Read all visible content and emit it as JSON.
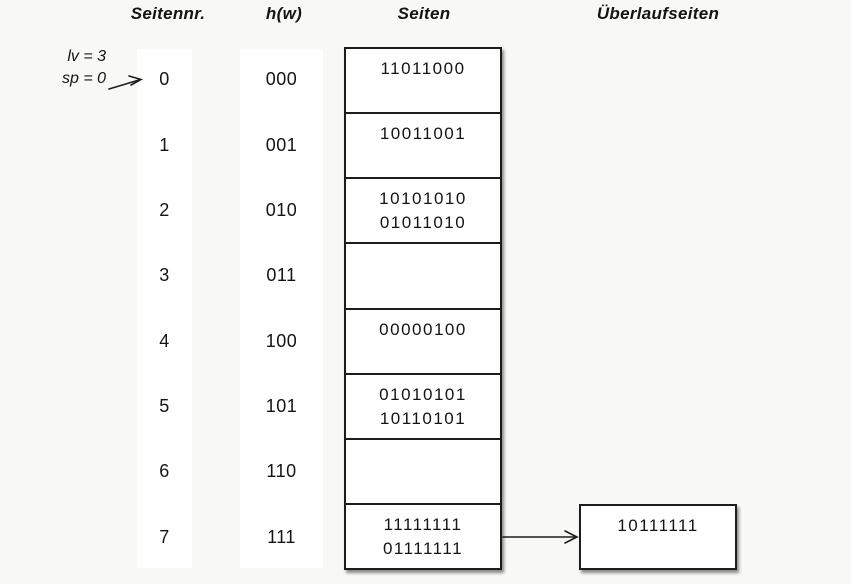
{
  "headers": {
    "seitennr": "Seitennr.",
    "hw": "h(w)",
    "seiten": "Seiten",
    "ueberlaufseiten": "Überlaufseiten"
  },
  "annotation": {
    "line1": "lv = 3",
    "line2": "sp = 0"
  },
  "table": {
    "rows": [
      {
        "page": "0",
        "hash": "000",
        "entries": [
          "11011000"
        ]
      },
      {
        "page": "1",
        "hash": "001",
        "entries": [
          "10011001"
        ]
      },
      {
        "page": "2",
        "hash": "010",
        "entries": [
          "10101010",
          "01011010"
        ]
      },
      {
        "page": "3",
        "hash": "011",
        "entries": []
      },
      {
        "page": "4",
        "hash": "100",
        "entries": [
          "00000100"
        ]
      },
      {
        "page": "5",
        "hash": "101",
        "entries": [
          "01010101",
          "10110101"
        ]
      },
      {
        "page": "6",
        "hash": "110",
        "entries": []
      },
      {
        "page": "7",
        "hash": "111",
        "entries": [
          "11111111",
          "01111111"
        ]
      }
    ]
  },
  "overflow": {
    "attached_to_page": "7",
    "entries": [
      "10111111"
    ]
  },
  "colors": {
    "background": "#f8f8f6",
    "panel": "#ffffff",
    "border": "#1d1d1d",
    "text": "#141414"
  }
}
